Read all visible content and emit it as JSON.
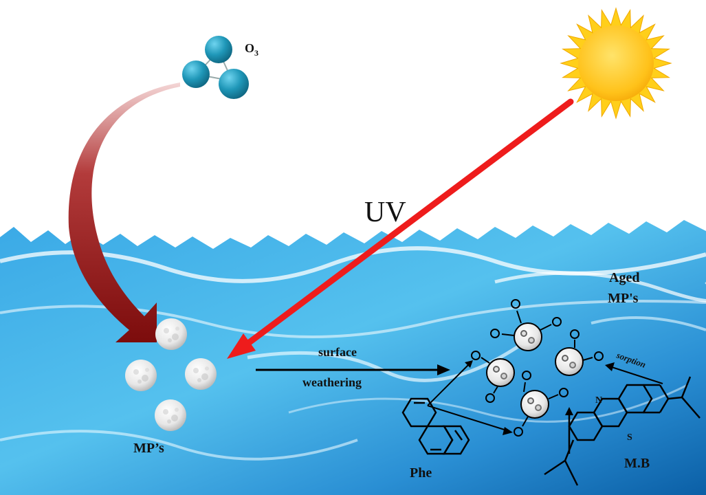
{
  "labels": {
    "ozone_main": "O",
    "ozone_sub": "3",
    "uv": "UV",
    "surface": "surface",
    "weathering": "weathering",
    "aged_line1": "Aged",
    "aged_line2": "MP's",
    "sorption": "sorption",
    "mps": "MP’s",
    "phe": "Phe",
    "mb": "M.B",
    "n_atom": "N",
    "s_atom": "S"
  },
  "colors": {
    "sky": "#ffffff",
    "sea_dark": "#0a6fb8",
    "sea_light": "#7fd0f2",
    "wave_highlight": "#e8f8ff",
    "uv_ray": "#ee1c1c",
    "ozone_arrow": "#8b1515",
    "ozone_molecule": "#1a8fae",
    "sun_core": "#ffb800",
    "sun_rays": "#ffcf1a"
  },
  "icons": {
    "sun": "sun-icon",
    "ozone": "ozone-molecule-icon",
    "particle": "microplastic-particle-icon"
  }
}
